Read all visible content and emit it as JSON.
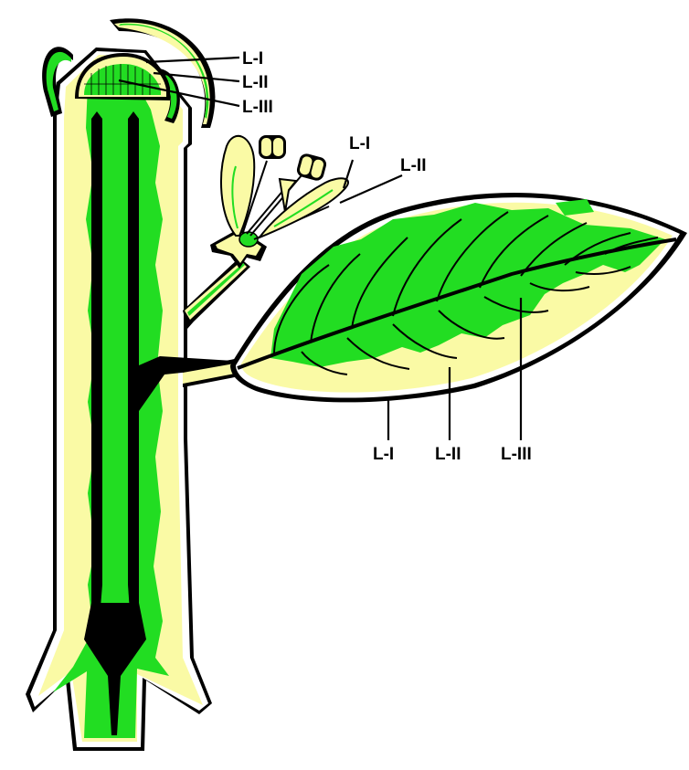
{
  "colors": {
    "L-I": "#fafaa5",
    "L-II": "#fafaa5",
    "L-III": "#22dd22",
    "vascular": "#000000",
    "outline": "#000000",
    "background": "#ffffff"
  },
  "labels": {
    "apex": {
      "l1": "L-I",
      "l2": "L-II",
      "l3": "L-III"
    },
    "flower": {
      "l1": "L-I",
      "l2": "L-II"
    },
    "leaf": {
      "l1": "L-I",
      "l2": "L-II",
      "l3": "L-III"
    }
  }
}
